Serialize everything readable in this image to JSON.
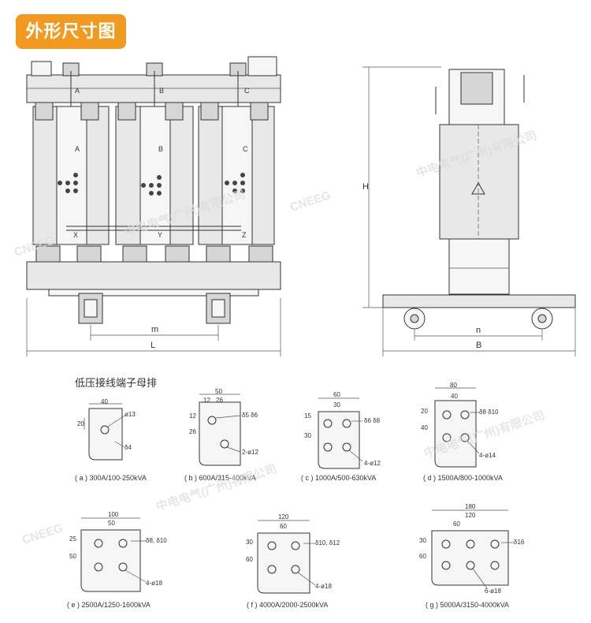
{
  "header": {
    "title": "外形尺寸图"
  },
  "front_view": {
    "phases_top": [
      "A",
      "B",
      "C"
    ],
    "phases_mid": [
      "A",
      "B",
      "C"
    ],
    "phases_bottom": [
      "X",
      "Y",
      "Z"
    ],
    "dim_m": "m",
    "dim_L": "L"
  },
  "side_view": {
    "dim_H": "H",
    "dim_n": "n",
    "dim_B": "B"
  },
  "busbar_section": {
    "title": "低压接线端子母排",
    "items": [
      {
        "caption": "( a ) 300A/100-250kVA",
        "dims": [
          "40",
          "20"
        ],
        "hole": "ø13",
        "thick": "δ4"
      },
      {
        "caption": "( b ) 600A/315-400kVA",
        "dims": [
          "50",
          "12",
          "26",
          "12",
          "26"
        ],
        "hole": "2-ø12",
        "thick": "δ5 δ6"
      },
      {
        "caption": "( c ) 1000A/500-630kVA",
        "dims": [
          "60",
          "30",
          "15",
          "30"
        ],
        "hole": "4-ø12",
        "thick": "δ6 δ8"
      },
      {
        "caption": "( d ) 1500A/800-1000kVA",
        "dims": [
          "80",
          "40",
          "20",
          "40"
        ],
        "hole": "4-ø14",
        "thick": "δ8 δ10"
      },
      {
        "caption": "( e ) 2500A/1250-1600kVA",
        "dims": [
          "100",
          "50",
          "25",
          "50"
        ],
        "hole": "4-ø18",
        "thick": "δ8, δ10"
      },
      {
        "caption": "( f ) 4000A/2000-2500kVA",
        "dims": [
          "120",
          "60",
          "30",
          "60"
        ],
        "hole": "4-ø18",
        "thick": "δ10, δ12"
      },
      {
        "caption": "( g ) 5000A/3150-4000kVA",
        "dims": [
          "180",
          "120",
          "60",
          "30",
          "60"
        ],
        "hole": "6-ø18",
        "thick": "δ16"
      }
    ]
  },
  "watermark": {
    "text_cn": "中电电气(广州)有限公司",
    "text_en": "CNEEG"
  }
}
